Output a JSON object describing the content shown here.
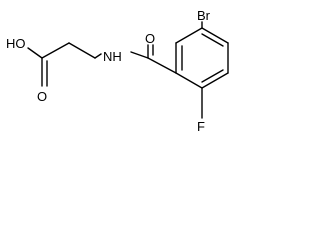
{
  "molecule": {
    "labels": {
      "hydroxyl": "HO",
      "carboxyl_oxygen": "O",
      "amide_oxygen": "O",
      "amine": "NH",
      "bromine": "Br",
      "fluorine": "F"
    }
  }
}
